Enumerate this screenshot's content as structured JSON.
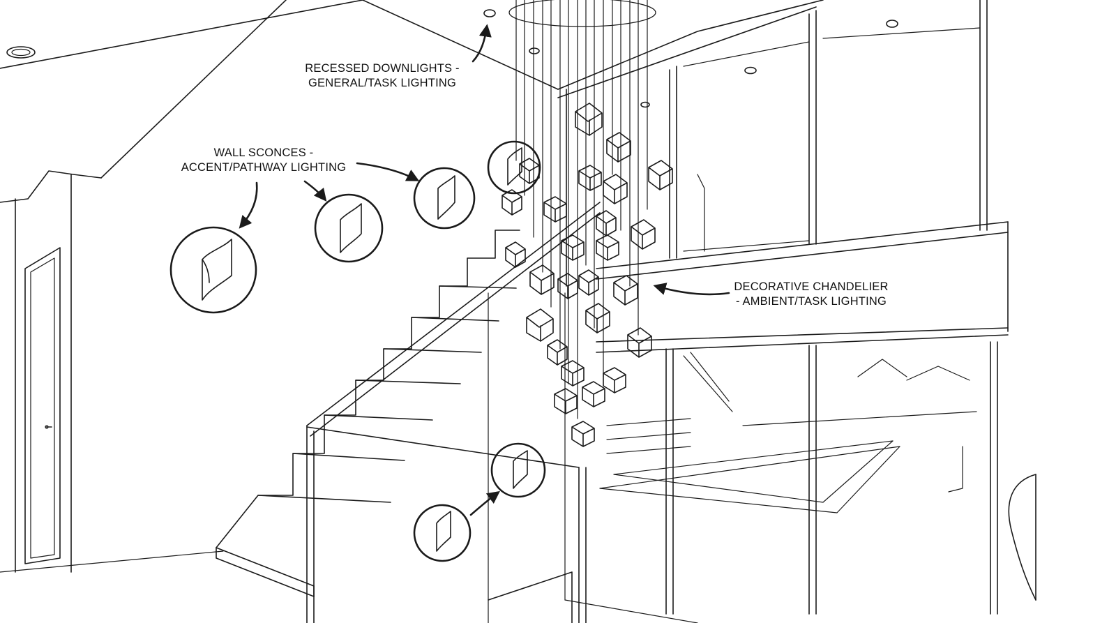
{
  "annotations": {
    "downlights": {
      "line1": "RECESSED DOWNLIGHTS -",
      "line2": "GENERAL/TASK LIGHTING"
    },
    "sconces": {
      "line1": "WALL SCONCES -",
      "line2": "ACCENT/PATHWAY LIGHTING"
    },
    "chandelier": {
      "line1": "DECORATIVE CHANDELIER",
      "line2": "- AMBIENT/TASK LIGHTING"
    }
  },
  "colors": {
    "ink": "#1a1a1a",
    "paper": "#ffffff"
  },
  "icons": [
    "recessed-downlight-icon",
    "wall-sconce-icon",
    "cube-pendant-icon",
    "callout-arrow-icon"
  ]
}
